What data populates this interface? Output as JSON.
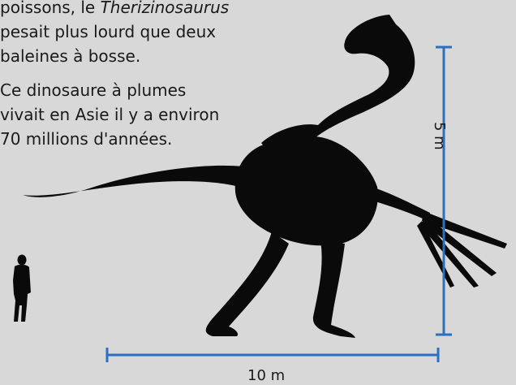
{
  "paragraph_1": {
    "before": "poissons, le ",
    "species": "Therizinosaurus",
    "line_2": "pesait plus lourd que deux",
    "line_3": "baleines à bosse."
  },
  "paragraph_2": {
    "line_1": "Ce dinosaure à plumes",
    "line_2": "vivait en Asie il y a environ",
    "line_3": "70 millions d'années."
  },
  "dimensions": {
    "length_label": "10 m",
    "height_label": "5 m",
    "line_color": "#2b6fc0"
  },
  "colors": {
    "background": "#d8d8d8",
    "silhouette": "#0a0a0a"
  }
}
